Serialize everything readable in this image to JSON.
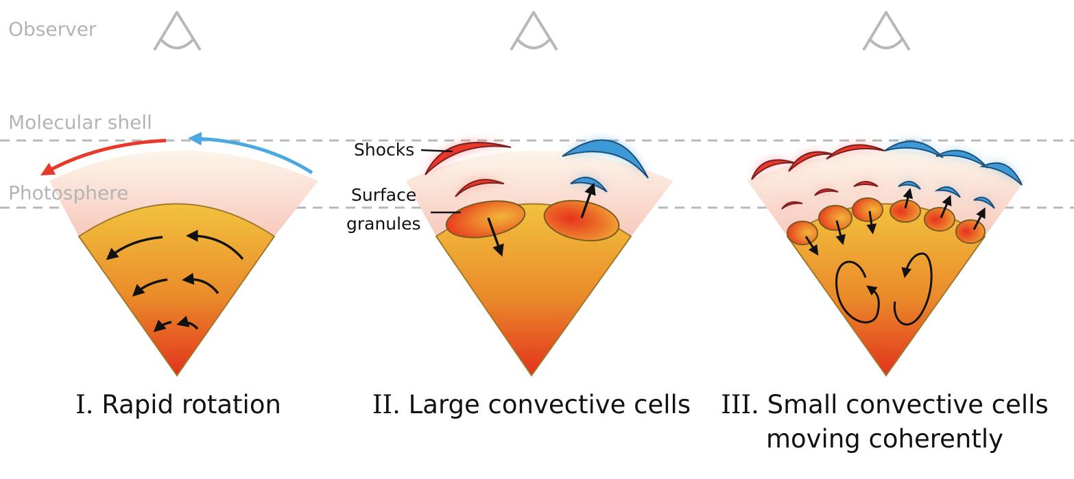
{
  "levels": {
    "observer": "Observer",
    "molecular_shell": "Molecular shell",
    "photosphere": "Photosphere"
  },
  "annotations": {
    "shocks": "Shocks",
    "surface_granules_line1": "Surface",
    "surface_granules_line2": "granules"
  },
  "panels": [
    {
      "numeral": "I.",
      "caption": "Rapid rotation"
    },
    {
      "numeral": "II.",
      "caption": "Large convective cells"
    },
    {
      "numeral": "III.",
      "caption_line1": "Small convective cells",
      "caption_line2": "moving coherently"
    }
  ],
  "colors": {
    "redshift": "#e8392b",
    "blueshift": "#4aa9e0",
    "label_gray": "#b4b4b4",
    "interior_top": "#f0c040",
    "interior_bottom": "#e4341c",
    "atmosphere": "#f9d9cf"
  },
  "icons": [
    "eye-icon",
    "arrow-icon"
  ]
}
